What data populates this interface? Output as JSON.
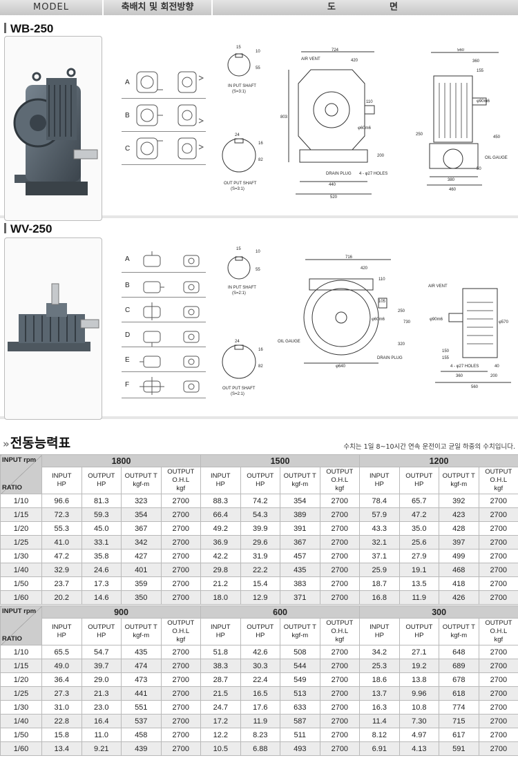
{
  "header": {
    "model": "MODEL",
    "arrangement": "축배치 및 회전방향",
    "drawing_1": "도",
    "drawing_2": "면"
  },
  "wb": {
    "title": "WB-250",
    "positions": [
      "A",
      "B",
      "C"
    ],
    "input_shaft": {
      "label": "IN PUT SHAFT",
      "ratio": "(S=3:1)",
      "w": "15",
      "t": "10",
      "h": "55"
    },
    "output_shaft": {
      "label": "OUT PUT SHAFT",
      "ratio": "(S=3:1)",
      "w": "24",
      "t": "16",
      "h": "82"
    },
    "dims": {
      "d724": "724",
      "d420": "420",
      "d110": "110",
      "d200": "200",
      "d440": "440",
      "d520": "520",
      "d803": "803",
      "d60m6": "φ60m6",
      "air": "AIR VENT",
      "drain": "DRAIN PLUG",
      "holes": "4 - φ27 HOLES",
      "s560": "560",
      "s360": "360",
      "s155": "155",
      "s90m6": "φ90m6",
      "s250": "250",
      "s450": "450",
      "s50": "50",
      "s380": "380",
      "s460": "460",
      "oil": "OIL GAUGE"
    }
  },
  "wv": {
    "title": "WV-250",
    "positions": [
      "A",
      "B",
      "C",
      "D",
      "E",
      "F"
    ],
    "input_shaft": {
      "label": "IN PUT SHAFT",
      "ratio": "(S=2:1)",
      "w": "15",
      "t": "10",
      "h": "55"
    },
    "output_shaft": {
      "label": "OUT PUT SHAFT",
      "ratio": "(S=2:1)",
      "w": "24",
      "t": "16",
      "h": "82"
    },
    "dims": {
      "d716": "716",
      "d420": "420",
      "d110": "110",
      "d105": "105",
      "d60m6": "φ60m6",
      "d250": "250",
      "d730": "730",
      "d320": "320",
      "d640": "φ640",
      "oil": "OIL GAUGE",
      "drain": "DRAIN PLUG",
      "air": "AIR VENT",
      "s90m6": "φ90m6",
      "s570": "φ570",
      "s150": "150",
      "s155": "155",
      "holes": "4 - φ27 HOLES",
      "s40": "40",
      "s360": "360",
      "s200": "200",
      "s560": "560"
    }
  },
  "table": {
    "title": "전동능력표",
    "note": "수치는 1일 8~10시간 연속 운전이고 균일 하중의 수치입니다.",
    "corner_top": "INPUT rpm",
    "corner_bottom": "RATIO",
    "columns": [
      "INPUT HP",
      "OUTPUT HP",
      "OUTPUT T kgf-m",
      "OUTPUT O.H.L kgf"
    ],
    "column_lines": [
      [
        "INPUT",
        "HP"
      ],
      [
        "OUTPUT",
        "HP"
      ],
      [
        "OUTPUT T",
        "kgf-m"
      ],
      [
        "OUTPUT O.H.L",
        "kgf"
      ]
    ],
    "blocks": [
      {
        "rpms": [
          "1800",
          "1500",
          "1200"
        ],
        "rows": [
          [
            "1/10",
            "96.6",
            "81.3",
            "323",
            "2700",
            "88.3",
            "74.2",
            "354",
            "2700",
            "78.4",
            "65.7",
            "392",
            "2700"
          ],
          [
            "1/15",
            "72.3",
            "59.3",
            "354",
            "2700",
            "66.4",
            "54.3",
            "389",
            "2700",
            "57.9",
            "47.2",
            "423",
            "2700"
          ],
          [
            "1/20",
            "55.3",
            "45.0",
            "367",
            "2700",
            "49.2",
            "39.9",
            "391",
            "2700",
            "43.3",
            "35.0",
            "428",
            "2700"
          ],
          [
            "1/25",
            "41.0",
            "33.1",
            "342",
            "2700",
            "36.9",
            "29.6",
            "367",
            "2700",
            "32.1",
            "25.6",
            "397",
            "2700"
          ],
          [
            "1/30",
            "47.2",
            "35.8",
            "427",
            "2700",
            "42.2",
            "31.9",
            "457",
            "2700",
            "37.1",
            "27.9",
            "499",
            "2700"
          ],
          [
            "1/40",
            "32.9",
            "24.6",
            "401",
            "2700",
            "29.8",
            "22.2",
            "435",
            "2700",
            "25.9",
            "19.1",
            "468",
            "2700"
          ],
          [
            "1/50",
            "23.7",
            "17.3",
            "359",
            "2700",
            "21.2",
            "15.4",
            "383",
            "2700",
            "18.7",
            "13.5",
            "418",
            "2700"
          ],
          [
            "1/60",
            "20.2",
            "14.6",
            "350",
            "2700",
            "18.0",
            "12.9",
            "371",
            "2700",
            "16.8",
            "11.9",
            "426",
            "2700"
          ]
        ]
      },
      {
        "rpms": [
          "900",
          "600",
          "300"
        ],
        "rows": [
          [
            "1/10",
            "65.5",
            "54.7",
            "435",
            "2700",
            "51.8",
            "42.6",
            "508",
            "2700",
            "34.2",
            "27.1",
            "648",
            "2700"
          ],
          [
            "1/15",
            "49.0",
            "39.7",
            "474",
            "2700",
            "38.3",
            "30.3",
            "544",
            "2700",
            "25.3",
            "19.2",
            "689",
            "2700"
          ],
          [
            "1/20",
            "36.4",
            "29.0",
            "473",
            "2700",
            "28.7",
            "22.4",
            "549",
            "2700",
            "18.6",
            "13.8",
            "678",
            "2700"
          ],
          [
            "1/25",
            "27.3",
            "21.3",
            "441",
            "2700",
            "21.5",
            "16.5",
            "513",
            "2700",
            "13.7",
            "9.96",
            "618",
            "2700"
          ],
          [
            "1/30",
            "31.0",
            "23.0",
            "551",
            "2700",
            "24.7",
            "17.6",
            "633",
            "2700",
            "16.3",
            "10.8",
            "774",
            "2700"
          ],
          [
            "1/40",
            "22.8",
            "16.4",
            "537",
            "2700",
            "17.2",
            "11.9",
            "587",
            "2700",
            "11.4",
            "7.30",
            "715",
            "2700"
          ],
          [
            "1/50",
            "15.8",
            "11.0",
            "458",
            "2700",
            "12.2",
            "8.23",
            "511",
            "2700",
            "8.12",
            "4.97",
            "617",
            "2700"
          ],
          [
            "1/60",
            "13.4",
            "9.21",
            "439",
            "2700",
            "10.5",
            "6.88",
            "493",
            "2700",
            "6.91",
            "4.13",
            "591",
            "2700"
          ]
        ]
      }
    ]
  }
}
